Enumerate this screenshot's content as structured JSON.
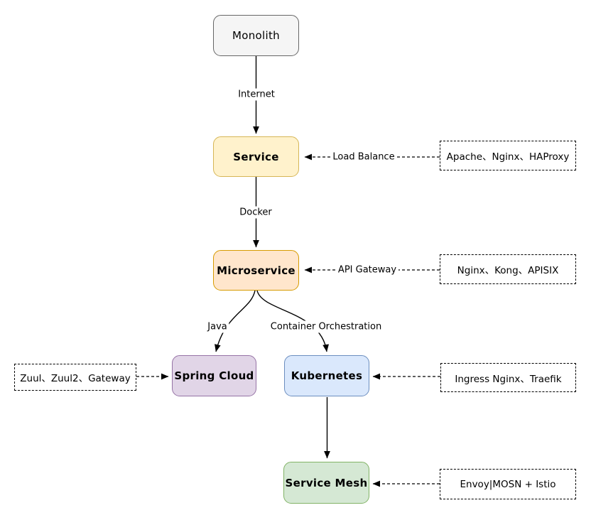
{
  "diagram": {
    "type": "flowchart",
    "background": "#ffffff",
    "line_color": "#000000",
    "nodes": {
      "monolith": {
        "label": "Monolith",
        "fill": "#f5f5f5",
        "border": "#666666"
      },
      "service": {
        "label": "Service",
        "fill": "#fff2cc",
        "border": "#d6b656"
      },
      "microservice": {
        "label": "Microservice",
        "fill": "#ffe6cc",
        "border": "#d79b00"
      },
      "spring_cloud": {
        "label": "Spring Cloud",
        "fill": "#e1d5e7",
        "border": "#9673a6"
      },
      "kubernetes": {
        "label": "Kubernetes",
        "fill": "#dae8fc",
        "border": "#6c8ebf"
      },
      "service_mesh": {
        "label": "Service Mesh",
        "fill": "#d5e8d4",
        "border": "#82b366"
      }
    },
    "edge_labels": {
      "internet": "Internet",
      "docker": "Docker",
      "load_balance": "Load Balance",
      "api_gateway": "API Gateway",
      "java": "Java",
      "container_orchestration": "Container Orchestration"
    },
    "tech_boxes": {
      "load_balancers": {
        "label": "Apache、Nginx、HAProxy"
      },
      "api_gateways": {
        "label": "Nginx、Kong、APISIX"
      },
      "java_gateways": {
        "label": "Zuul、Zuul2、Gateway"
      },
      "k8s_ingress": {
        "label": "Ingress Nginx、Traefik"
      },
      "service_mesh_impl": {
        "label": "Envoy|MOSN + Istio"
      }
    },
    "edges": [
      {
        "from": "monolith",
        "to": "service",
        "label": "Internet",
        "style": "solid"
      },
      {
        "from": "service",
        "to": "microservice",
        "label": "Docker",
        "style": "solid"
      },
      {
        "from": "microservice",
        "to": "spring_cloud",
        "label": "Java",
        "style": "solid-curve"
      },
      {
        "from": "microservice",
        "to": "kubernetes",
        "label": "Container Orchestration",
        "style": "solid-curve"
      },
      {
        "from": "kubernetes",
        "to": "service_mesh",
        "label": "",
        "style": "solid"
      },
      {
        "from": "load_balancers",
        "to": "service",
        "label": "Load Balance",
        "style": "dashed"
      },
      {
        "from": "api_gateways",
        "to": "microservice",
        "label": "API Gateway",
        "style": "dashed"
      },
      {
        "from": "java_gateways",
        "to": "spring_cloud",
        "label": "",
        "style": "dashed"
      },
      {
        "from": "k8s_ingress",
        "to": "kubernetes",
        "label": "",
        "style": "dashed"
      },
      {
        "from": "service_mesh_impl",
        "to": "service_mesh",
        "label": "",
        "style": "dashed"
      }
    ]
  }
}
